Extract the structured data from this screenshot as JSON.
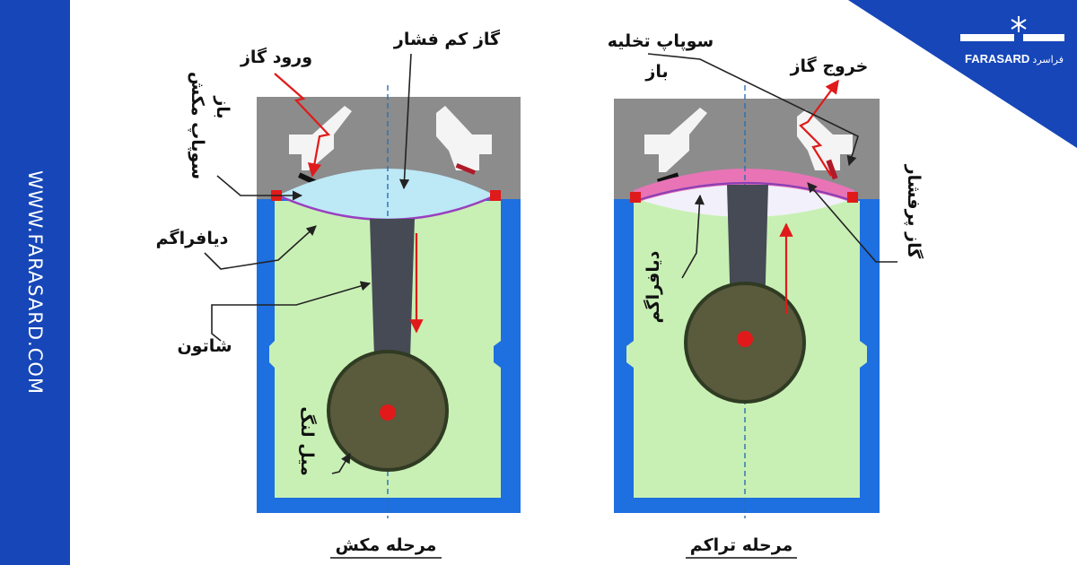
{
  "sidebar": {
    "website": "WWW.FARASARD.COM"
  },
  "logo": {
    "name": "FARASARD",
    "subtext": "فراسرد"
  },
  "suction": {
    "caption": "مرحله مکش",
    "gas_inlet": "ورود گاز",
    "low_pressure_gas": "گاز کم فشار",
    "suction_valve_line1": "سوپاپ مکش",
    "suction_valve_line2": "باز",
    "diaphragm": "دیافراگم",
    "connecting_rod": "شاتون",
    "crankshaft": "میل لنگ"
  },
  "compression": {
    "caption": "مرحله تراکم",
    "discharge_valve_line1": "سوپاپ تخلیه",
    "discharge_valve_line2": "باز",
    "gas_outlet": "خروج گاز",
    "high_pressure_gas": "گاز پرفشار",
    "diaphragm": "دیافراگم"
  },
  "colors": {
    "sidebar": "#1646b8",
    "corner": "#1646b8",
    "valve_block": "#8c8c8c",
    "cylinder_border": "#1e6fe0",
    "body_fill": "#c8f0b4",
    "low_pressure_gas": "#bde8f6",
    "high_pressure_gas": "#e874b6",
    "rod": "#454a55",
    "crank": "#5a5a3c",
    "marker": "#e01a1a"
  }
}
